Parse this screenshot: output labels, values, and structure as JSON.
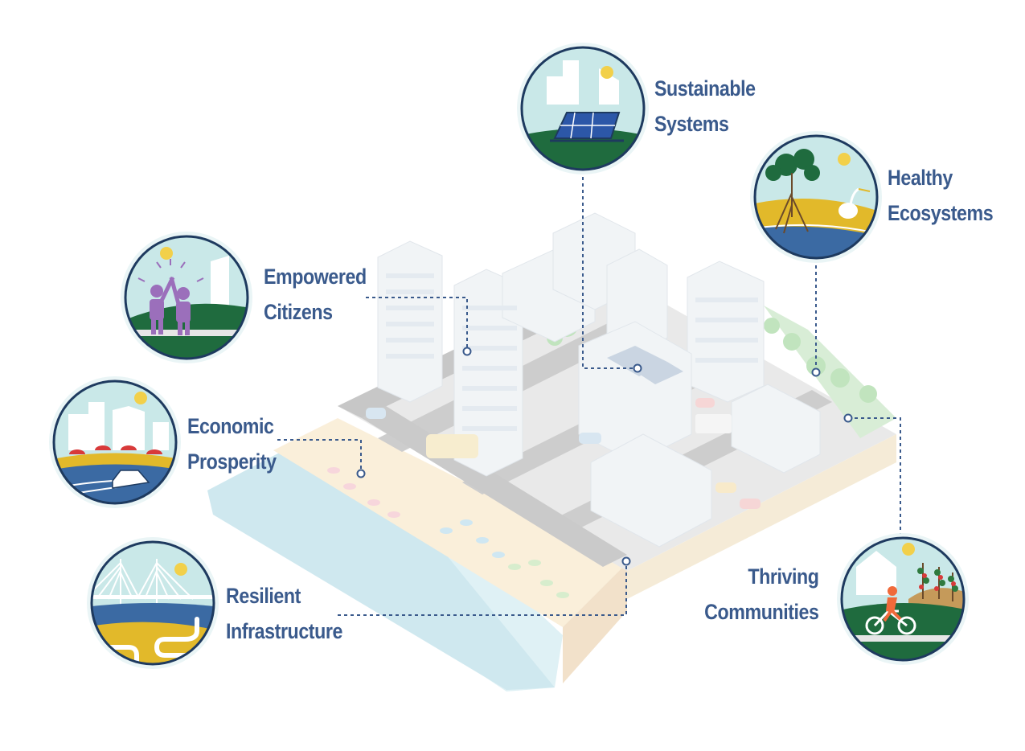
{
  "nodes": [
    {
      "id": "sustainable",
      "line1": "Sustainable",
      "line2": "Systems",
      "icon": "solar-panel-icon"
    },
    {
      "id": "healthy",
      "line1": "Healthy",
      "line2": "Ecosystems",
      "icon": "mangrove-heron-icon"
    },
    {
      "id": "empowered",
      "line1": "Empowered",
      "line2": "Citizens",
      "icon": "celebrating-people-icon"
    },
    {
      "id": "economic",
      "line1": "Economic",
      "line2": "Prosperity",
      "icon": "beach-boat-icon"
    },
    {
      "id": "resilient",
      "line1": "Resilient",
      "line2": "Infrastructure",
      "icon": "bridge-pipes-icon"
    },
    {
      "id": "thriving",
      "line1": "Thriving",
      "line2": "Communities",
      "icon": "cyclist-garden-icon"
    }
  ],
  "colors": {
    "label": "#3a5a8c",
    "ring": "#1e3a5f",
    "sky": "#c9e8e8",
    "green": "#1f6b3e",
    "sand": "#e2b92a",
    "water": "#3b6aa3",
    "sun": "#f2d04a"
  }
}
